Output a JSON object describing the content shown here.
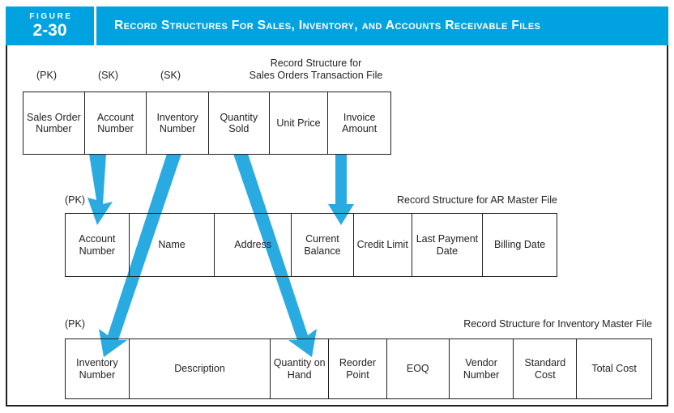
{
  "banner": {
    "figure_word": "FIGURE",
    "figure_number": "2-30",
    "title": "Record Structures For Sales, Inventory, and Accounts Receivable Files"
  },
  "key_labels": {
    "pk": "(PK)",
    "sk": "(SK)"
  },
  "sales_orders": {
    "caption": "Record Structure for\nSales Orders Transaction File",
    "keys": [
      {
        "label": "(PK)"
      },
      {
        "label": "(SK)"
      },
      {
        "label": "(SK)"
      }
    ],
    "fields": [
      "Sales\nOrder\nNumber",
      "Account\nNumber",
      "Inventory\nNumber",
      "Quantity\nSold",
      "Unit\nPrice",
      "Invoice\nAmount"
    ]
  },
  "ar_master": {
    "caption": "Record Structure for AR Master File",
    "pk_label": "(PK)",
    "fields": [
      "Account\nNumber",
      "Name",
      "Address",
      "Current\nBalance",
      "Credit\nLimit",
      "Last\nPayment\nDate",
      "Billing\nDate"
    ]
  },
  "inventory_master": {
    "caption": "Record Structure for Inventory Master File",
    "pk_label": "(PK)",
    "fields": [
      "Inventory\nNumber",
      "Description",
      "Quantity\non Hand",
      "Reorder\nPoint",
      "EOQ",
      "Vendor\nNumber",
      "Standard\nCost",
      "Total\nCost"
    ]
  },
  "links": [
    {
      "from": "Account Number (Sales Orders)",
      "to": "Account Number (AR Master)"
    },
    {
      "from": "Inventory Number (Sales Orders)",
      "to": "Inventory Number (Inventory Master)"
    },
    {
      "from": "Quantity Sold (Sales Orders)",
      "to": "Quantity on Hand (Inventory Master)"
    },
    {
      "from": "Invoice Amount (Sales Orders)",
      "to": "Current Balance (AR Master)"
    }
  ],
  "colors": {
    "banner": "#00A3E0",
    "arrow": "#29ABE2",
    "rule": "#231f20"
  }
}
